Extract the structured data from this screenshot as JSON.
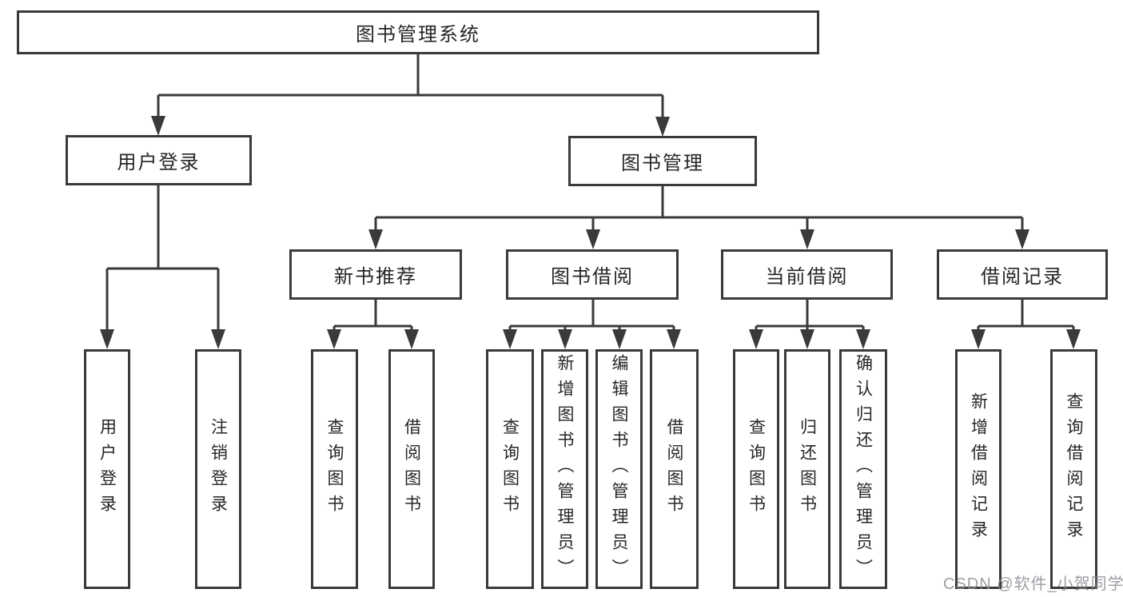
{
  "diagram_title": "图书管理系统",
  "nodes": {
    "root": "图书管理系统",
    "user_login": "用户登录",
    "book_mgmt": "图书管理",
    "new_book_rec": "新书推荐",
    "book_borrow": "图书借阅",
    "current_borrow": "当前借阅",
    "borrow_records": "借阅记录",
    "ul_user_login": "用户登录",
    "ul_logout": "注销登录",
    "nb_query_book": "查询图书",
    "nb_borrow_book": "借阅图书",
    "bb_query_book": "查询图书",
    "bb_add_book": "新增图书（管理员）",
    "bb_edit_book": "编辑图书（管理员）",
    "bb_borrow_book": "借阅图书",
    "cb_query_book": "查询图书",
    "cb_return_book": "归还图书",
    "cb_confirm_return": "确认归还（管理员）",
    "br_add_record": "新增借阅记录",
    "br_query_record": "查询借阅记录"
  },
  "hierarchy": {
    "图书管理系统": {
      "用户登录": [
        "用户登录",
        "注销登录"
      ],
      "图书管理": {
        "新书推荐": [
          "查询图书",
          "借阅图书"
        ],
        "图书借阅": [
          "查询图书",
          "新增图书（管理员）",
          "编辑图书（管理员）",
          "借阅图书"
        ],
        "当前借阅": [
          "查询图书",
          "归还图书",
          "确认归还（管理员）"
        ],
        "借阅记录": [
          "新增借阅记录",
          "查询借阅记录"
        ]
      }
    }
  },
  "watermark": "CSDN @软件_小贺同学",
  "colors": {
    "line": "#3a3a3a",
    "box_border": "#3a3a3a",
    "box_fill": "#ffffff",
    "text": "#262626",
    "background": "#ffffff",
    "watermark": "#8c8c94"
  }
}
